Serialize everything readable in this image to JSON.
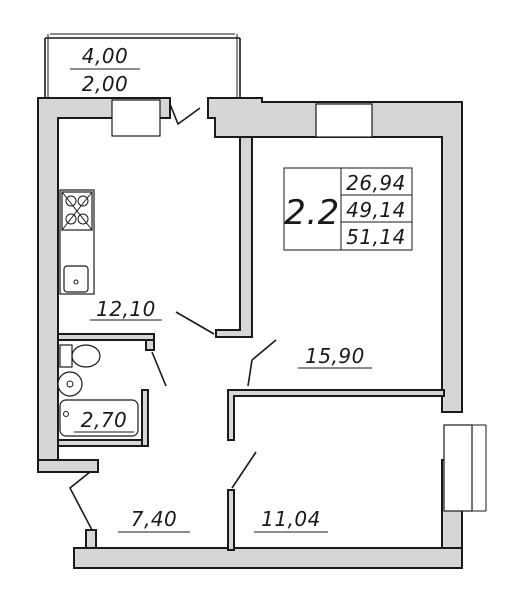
{
  "plan": {
    "apartment": {
      "code": "2.2",
      "areas": [
        "26,94",
        "49,14",
        "51,14"
      ]
    },
    "balcony": {
      "area_top": "4,00",
      "area_bottom": "2,00"
    },
    "rooms": {
      "kitchen": "12,10",
      "living": "15,90",
      "bathroom": "2,70",
      "hall": "7,40",
      "bedroom": "11,04"
    }
  }
}
